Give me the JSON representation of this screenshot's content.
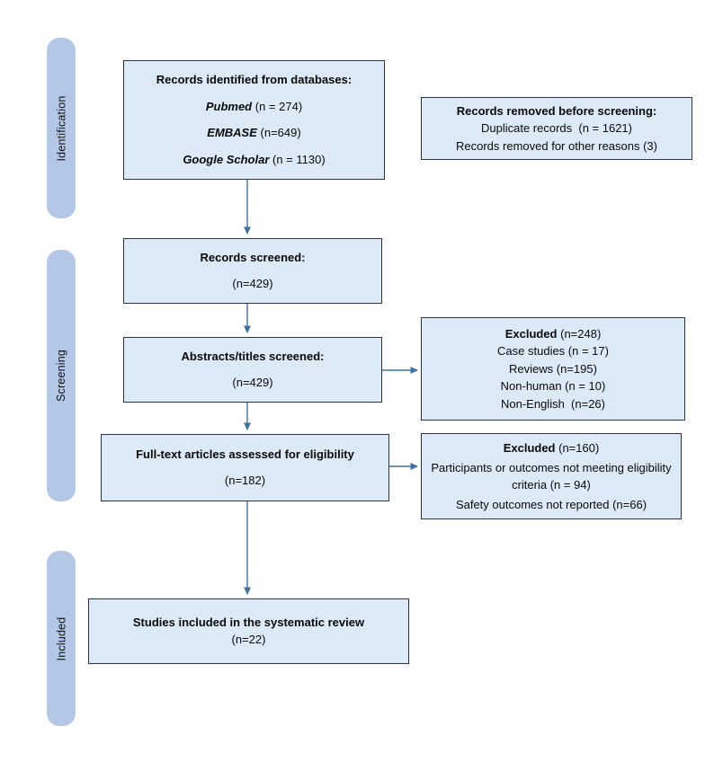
{
  "stages": [
    {
      "label": "Identification"
    },
    {
      "label": "Screening"
    },
    {
      "label": "Included"
    }
  ],
  "boxes": {
    "identified": {
      "title": "Records identified from databases:",
      "lines": [
        {
          "source": "Pubmed",
          "count": " (n = 274)"
        },
        {
          "source": "EMBASE",
          "count": " (n=649)"
        },
        {
          "source": "Google Scholar",
          "count": " (n = 1130)"
        }
      ]
    },
    "removed": {
      "title": "Records removed before screening:",
      "lines": [
        "Duplicate records  (n = 1621)",
        "Records removed for other reasons (3)"
      ]
    },
    "screened": {
      "title": "Records screened:",
      "count": "(n=429)"
    },
    "abstracts": {
      "title": "Abstracts/titles screened:",
      "count": "(n=429)"
    },
    "excluded1": {
      "title": "Excluded",
      "count": " (n=248)",
      "lines": [
        "Case studies (n = 17)",
        "Reviews (n=195)",
        "Non-human (n = 10)",
        "Non-English  (n=26)"
      ]
    },
    "fulltext": {
      "title": "Full-text articles assessed for eligibility",
      "count": "(n=182)"
    },
    "excluded2": {
      "title": "Excluded",
      "count": " (n=160)",
      "lines": [
        "Participants or outcomes not meeting eligibility criteria (n = 94)",
        "Safety outcomes not reported (n=66)"
      ]
    },
    "included": {
      "title": "Studies included in the systematic review",
      "count": "(n=22)"
    }
  },
  "colors": {
    "box_fill": "#dce9f6",
    "box_border": "#2a3442",
    "stage_fill": "#b4c7e7",
    "arrow": "#41719c"
  }
}
